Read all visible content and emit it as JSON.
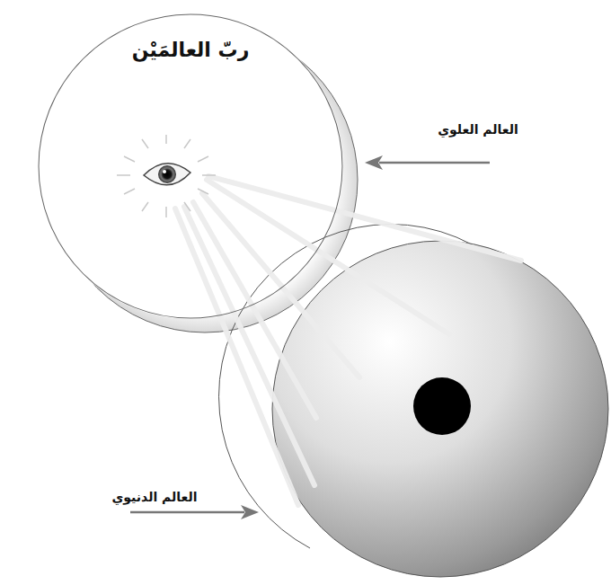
{
  "diagram": {
    "nodes": [
      {
        "text": [
          "ربّ العالمَيْن"
        ]
      }
    ],
    "labels": [
      "العالم العلوي",
      "العالم الدنيوي"
    ]
  }
}
